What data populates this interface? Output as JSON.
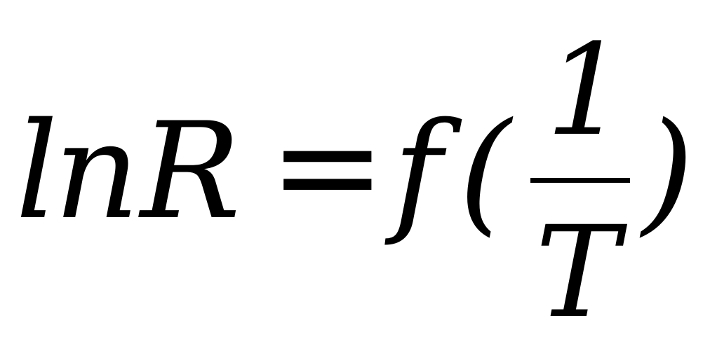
{
  "formula": {
    "lhs_function": "ln",
    "lhs_variable": "R",
    "relation": "=",
    "rhs_function": "f",
    "open_paren": "(",
    "fraction": {
      "numerator": "1",
      "denominator": "T"
    },
    "close_paren": ")"
  },
  "colors": {
    "text": "#000000",
    "background": "#ffffff"
  }
}
